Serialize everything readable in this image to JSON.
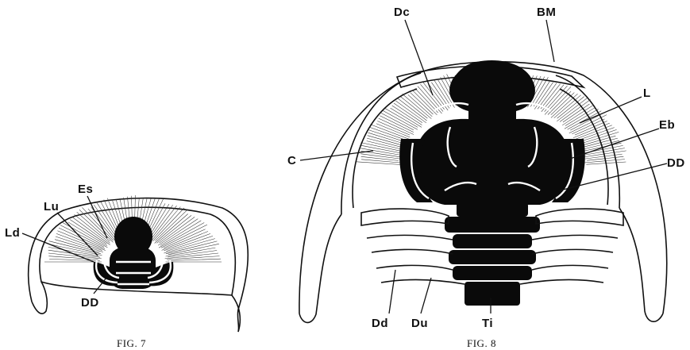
{
  "fig7": {
    "caption": "FIG. 7",
    "labels": {
      "es": "Es",
      "lu": "Lu",
      "ld": "Ld",
      "dd": "DD"
    }
  },
  "fig8": {
    "caption": "FIG. 8",
    "labels": {
      "dc": "Dc",
      "bm": "BM",
      "l": "L",
      "eb": "Eb",
      "c": "C",
      "dd": "DD",
      "dd_lower": "Dd",
      "du": "Du",
      "ti": "Ti"
    }
  }
}
